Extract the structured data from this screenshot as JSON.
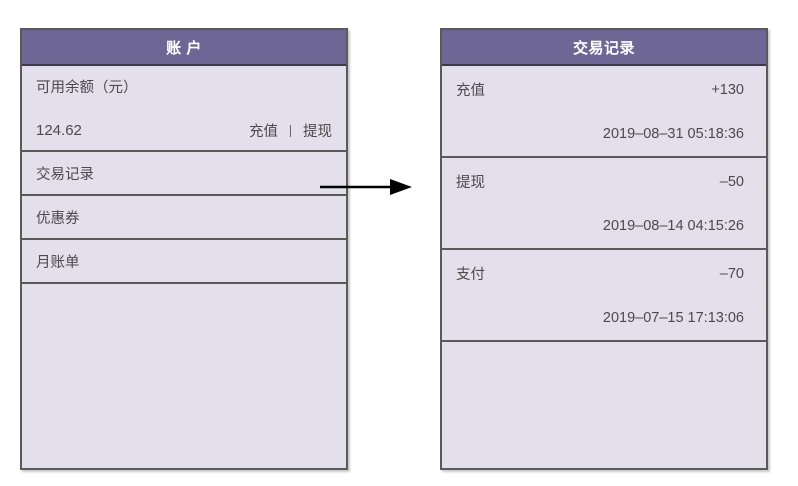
{
  "theme": {
    "header_bg": "#6E6795",
    "panel_bg": "#E3E0EC",
    "border": "#5A5A5A",
    "text": "#4A4A4A",
    "header_text": "#FFFFFF"
  },
  "account_panel": {
    "title": "账  户",
    "balance": {
      "label": "可用余额（元）",
      "amount": "124.62",
      "recharge_label": "充值",
      "separator": "丨",
      "withdraw_label": "提现"
    },
    "menu_items": [
      {
        "label": "交易记录"
      },
      {
        "label": "优惠券"
      },
      {
        "label": "月账单"
      }
    ]
  },
  "transaction_panel": {
    "title": "交易记录",
    "records": [
      {
        "type": "充值",
        "amount": "+130",
        "datetime": "2019–08–31 05:18:36"
      },
      {
        "type": "提现",
        "amount": "–50",
        "datetime": "2019–08–14 04:15:26"
      },
      {
        "type": "支付",
        "amount": "–70",
        "datetime": "2019–07–15 17:13:06"
      }
    ]
  },
  "flow_arrow": {
    "icon": "arrow-right-icon",
    "from": "交易记录",
    "to": "交易记录"
  }
}
